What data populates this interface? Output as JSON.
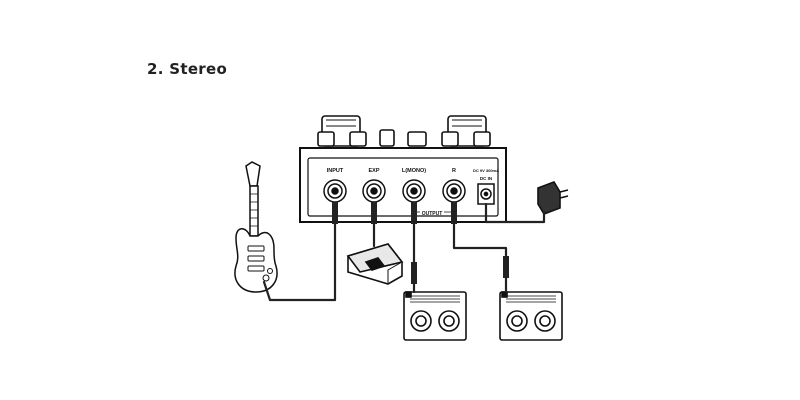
{
  "heading": "2. Stereo",
  "pedal": {
    "jacks": {
      "input": "INPUT",
      "exp": "EXP",
      "left_mono": "L(MONO)",
      "right": "R"
    },
    "output_label": "OUTPUT",
    "power_spec": "DC 9V 300mA",
    "dc_in": "DC IN"
  },
  "colors": {
    "line": "#111111",
    "cable": "#222222",
    "background": "#ffffff"
  }
}
